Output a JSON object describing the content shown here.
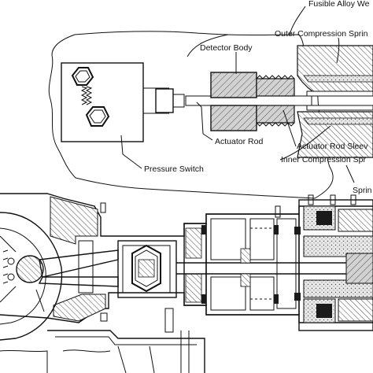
{
  "labels": {
    "fusible_alloy": "Fusible Alloy We",
    "outer_spring": "Outer Compression Sprin",
    "detector_body": "Detector Body",
    "actuator_rod": "Actuator Rod",
    "actuator_rod_sleeve": "Actuator Rod Sleev",
    "inner_spring": "Inner Compression Spr",
    "pressure_switch": "Pressure Switch",
    "spring": "Sprin"
  },
  "colors": {
    "line": "#111111",
    "hatch_fill": "#c9c9c9",
    "dark_fill": "#1a1a1a",
    "background": "#ffffff"
  }
}
